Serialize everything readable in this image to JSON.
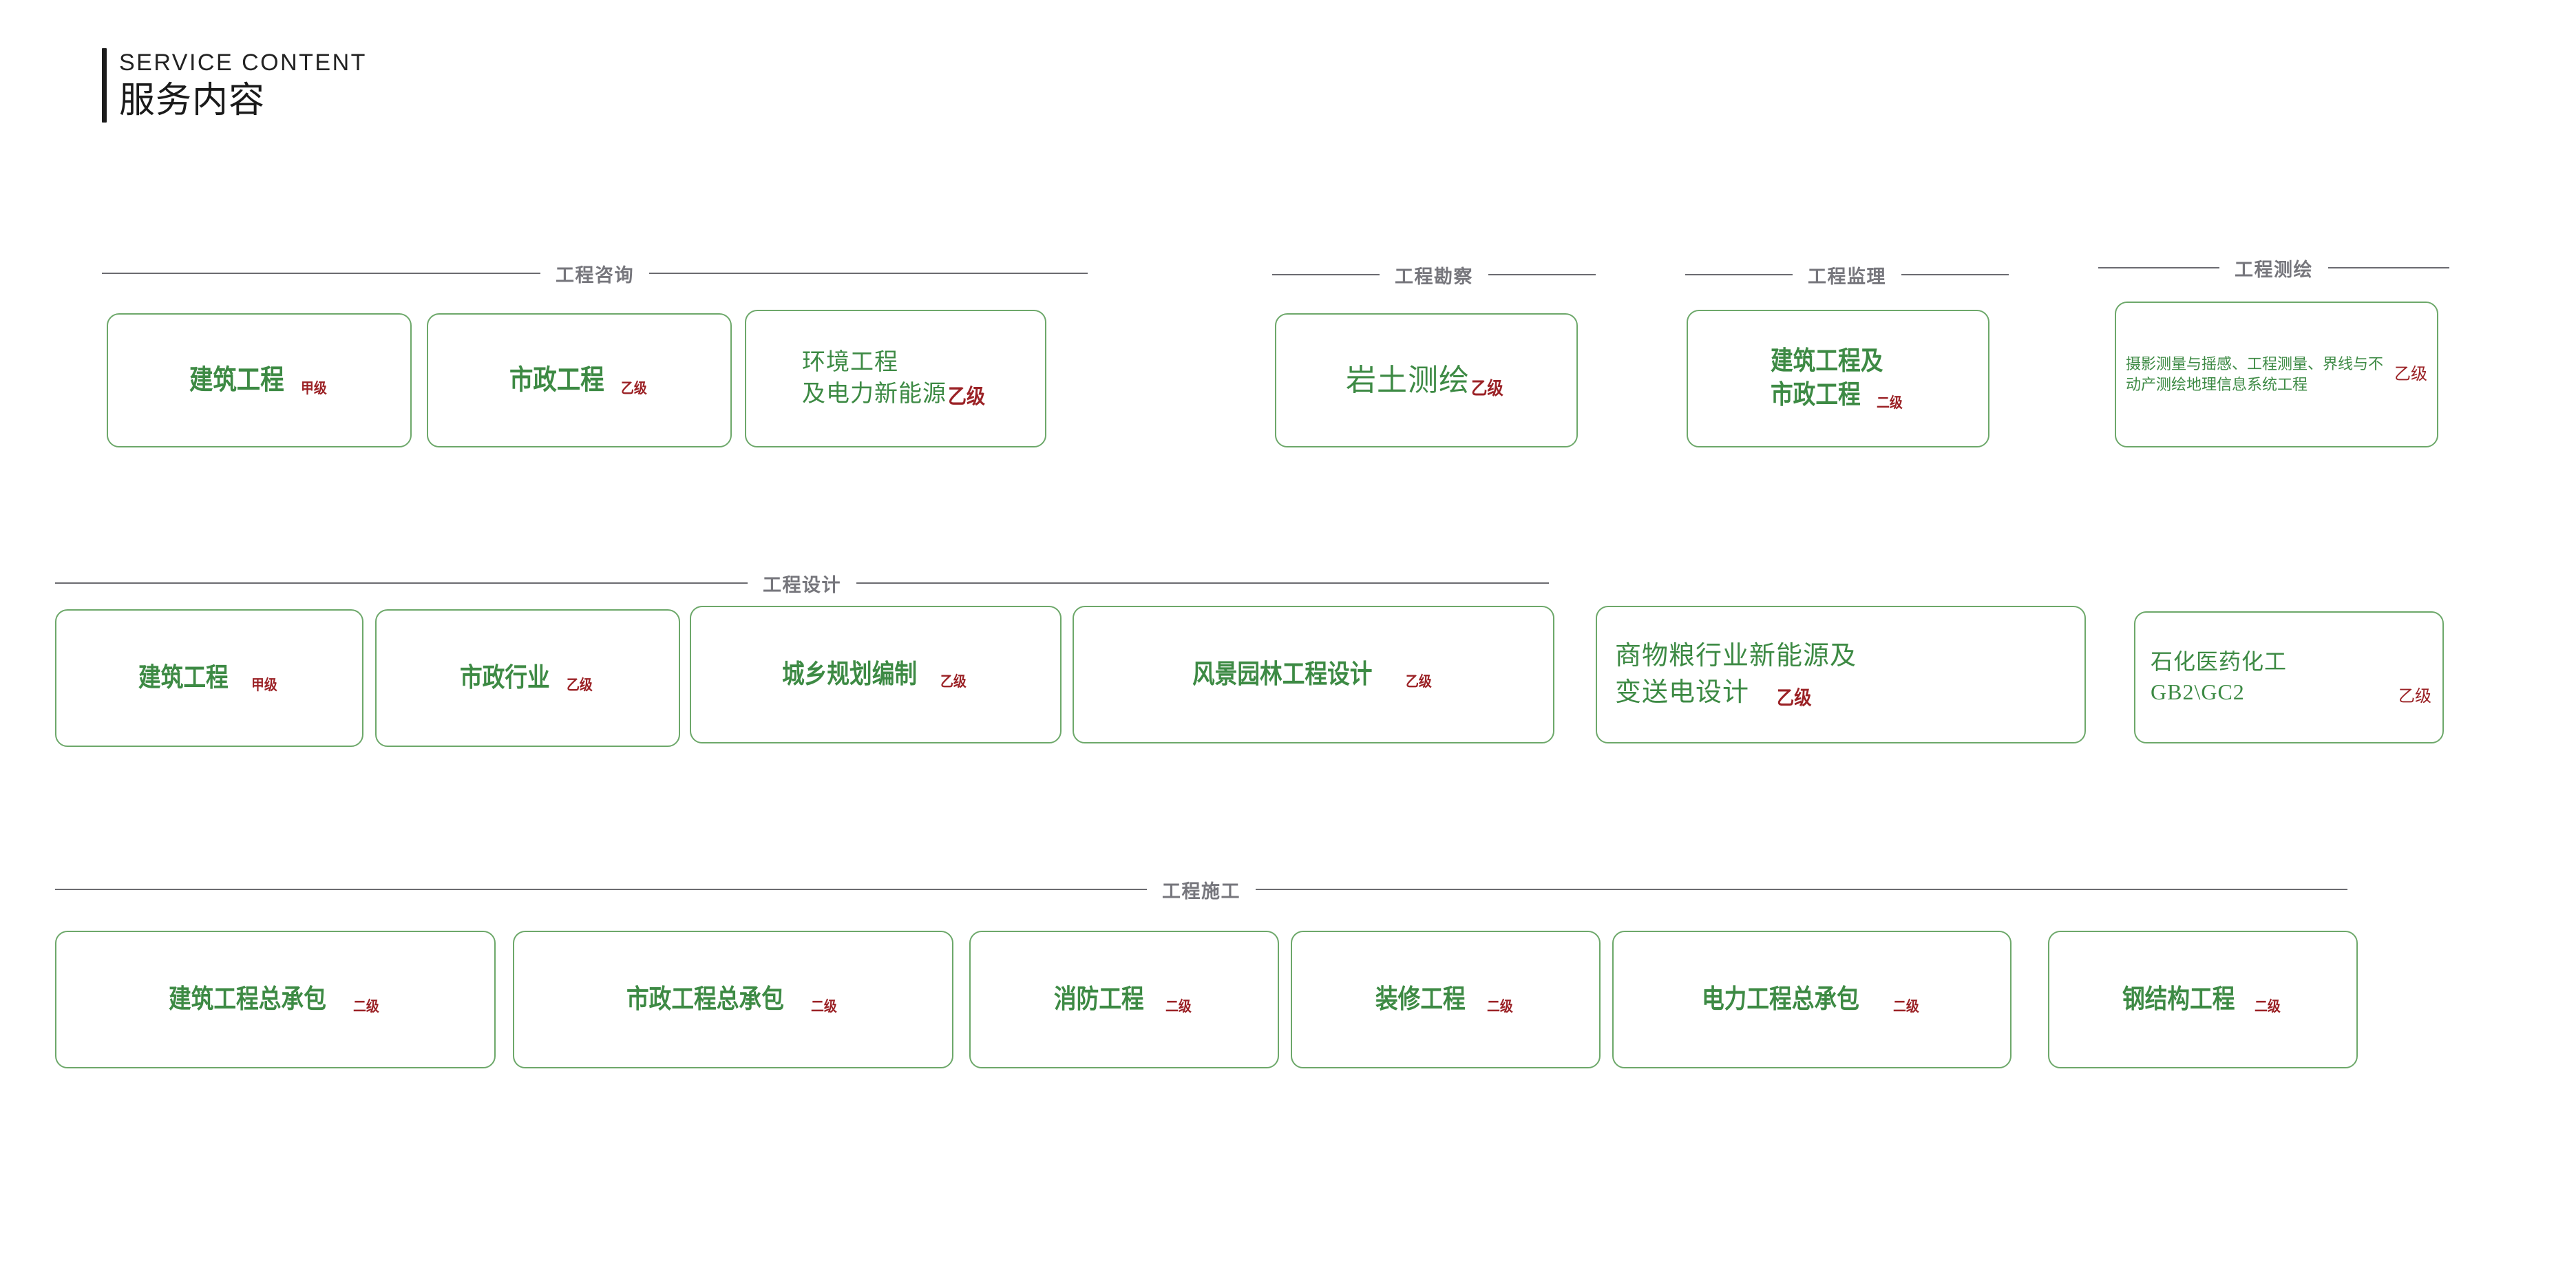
{
  "header": {
    "english": "SERVICE CONTENT",
    "chinese": "服务内容"
  },
  "colors": {
    "green_text": "#3d8a44",
    "green_border": "#6da86a",
    "red_grade": "#9b2226",
    "section_label": "#76767c",
    "rule": "#6b6b70",
    "header_bar": "#1c1c1c",
    "background": "#ffffff"
  },
  "sections": [
    {
      "id": "engineering-consulting",
      "label": "工程咨询",
      "cards": [
        {
          "title": "建筑工程",
          "grade": "甲级"
        },
        {
          "title": "市政工程",
          "grade": "乙级"
        },
        {
          "title_line1": "环境工程",
          "title_line2": "及电力新能源",
          "grade": "乙级"
        }
      ]
    },
    {
      "id": "engineering-survey",
      "label": "工程勘察",
      "cards": [
        {
          "title": "岩土测绘",
          "grade": "乙级"
        }
      ]
    },
    {
      "id": "engineering-supervision",
      "label": "工程监理",
      "cards": [
        {
          "title_line1": "建筑工程及",
          "title_line2": "市政工程",
          "grade": "二级"
        }
      ]
    },
    {
      "id": "engineering-mapping",
      "label": "工程测绘",
      "cards": [
        {
          "title": "摄影测量与摇感、工程测量、界线与不动产测绘地理信息系统工程",
          "grade": "乙级"
        }
      ]
    },
    {
      "id": "engineering-design",
      "label": "工程设计",
      "cards": [
        {
          "title": "建筑工程",
          "grade": "甲级"
        },
        {
          "title": "市政行业",
          "grade": "乙级"
        },
        {
          "title": "城乡规划编制",
          "grade": "乙级"
        },
        {
          "title": "风景园林工程设计",
          "grade": "乙级"
        },
        {
          "title_line1": "商物粮行业新能源及",
          "title_line2": "变送电设计",
          "grade": "乙级"
        },
        {
          "title_line1": "石化医药化工",
          "title_line2": "GB2\\GC2",
          "grade": "乙级"
        }
      ]
    },
    {
      "id": "engineering-construction",
      "label": "工程施工",
      "cards": [
        {
          "title": "建筑工程总承包",
          "grade": "二级"
        },
        {
          "title": "市政工程总承包",
          "grade": "二级"
        },
        {
          "title": "消防工程",
          "grade": "二级"
        },
        {
          "title": "装修工程",
          "grade": "二级"
        },
        {
          "title": "电力工程总承包",
          "grade": "二级"
        },
        {
          "title": "钢结构工程",
          "grade": "二级"
        }
      ]
    }
  ]
}
